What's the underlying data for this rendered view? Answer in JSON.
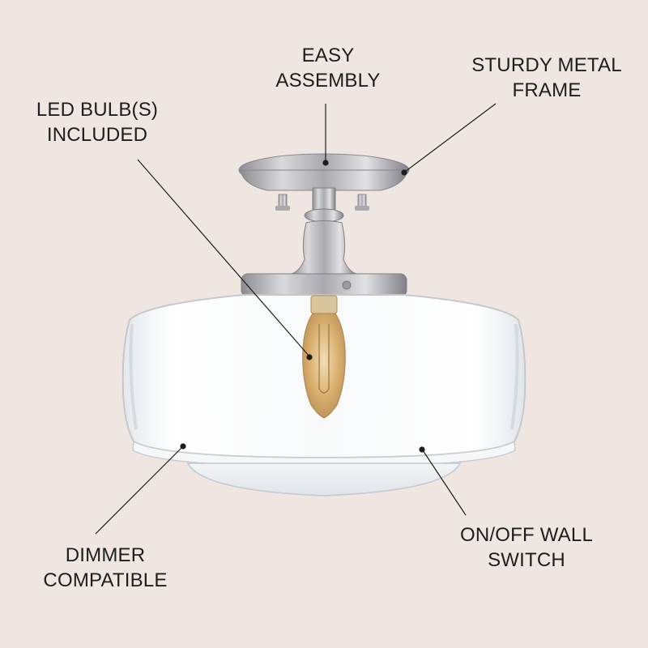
{
  "labels": {
    "easy_assembly": [
      "EASY",
      "ASSEMBLY"
    ],
    "sturdy_frame": [
      "STURDY METAL",
      "FRAME"
    ],
    "led_bulb": [
      "LED BULB(S)",
      "INCLUDED"
    ],
    "dimmer": [
      "DIMMER",
      "COMPATIBLE"
    ],
    "switch": [
      "ON/OFF WALL",
      "SWITCH"
    ]
  },
  "colors": {
    "background": "#efe6e2",
    "text": "#1d1d1d",
    "metal": "#b9b9bd",
    "glass_edge": "#c9cfd4",
    "bulb": "#d9b47a"
  }
}
